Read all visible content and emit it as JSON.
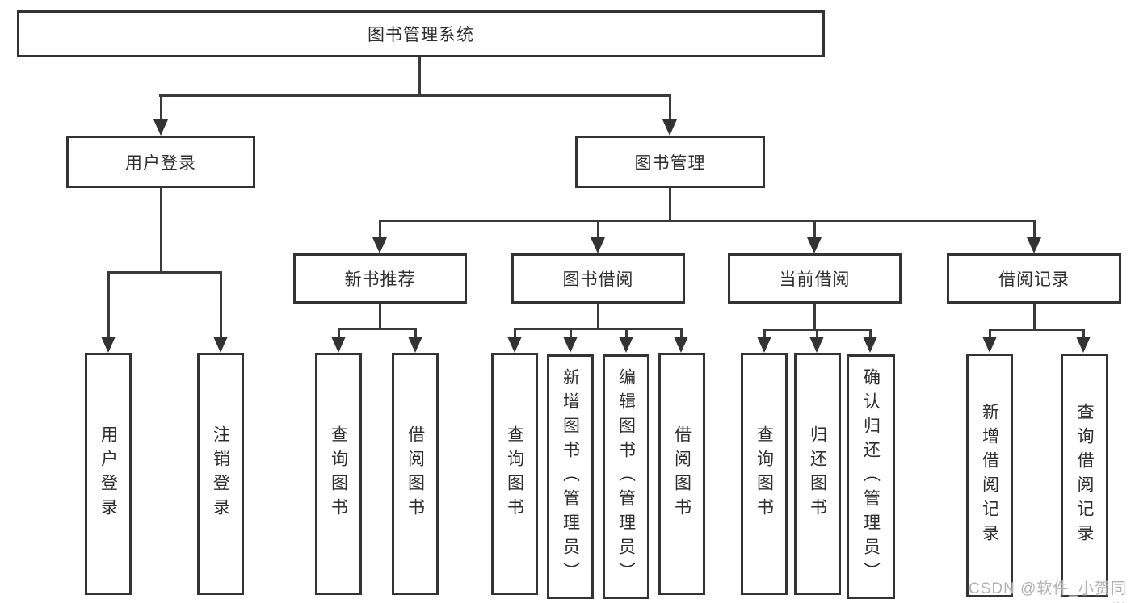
{
  "diagram": {
    "root": {
      "label": "图书管理系统"
    },
    "user_branch": {
      "label": "用户登录",
      "children": [
        {
          "label": "用户登录"
        },
        {
          "label": "注销登录"
        }
      ]
    },
    "mgmt_branch": {
      "label": "图书管理",
      "groups": [
        {
          "label": "新书推荐",
          "children": [
            {
              "label": "查询图书"
            },
            {
              "label": "借阅图书"
            }
          ]
        },
        {
          "label": "图书借阅",
          "children": [
            {
              "label": "查询图书"
            },
            {
              "label": "新增图书（管理员）"
            },
            {
              "label": "编辑图书（管理员）"
            },
            {
              "label": "借阅图书"
            }
          ]
        },
        {
          "label": "当前借阅",
          "children": [
            {
              "label": "查询图书"
            },
            {
              "label": "归还图书"
            },
            {
              "label": "确认归还（管理员）"
            }
          ]
        },
        {
          "label": "借阅记录",
          "children": [
            {
              "label": "新增借阅记录"
            },
            {
              "label": "查询借阅记录"
            }
          ]
        }
      ]
    }
  },
  "watermark": {
    "text": "CSDN @软件_小贺同学"
  },
  "colors": {
    "line": "#3a3a3a",
    "border": "#333333",
    "text": "#2e2e2e",
    "background": "#ffffff",
    "watermark": "#b2b2b2"
  }
}
